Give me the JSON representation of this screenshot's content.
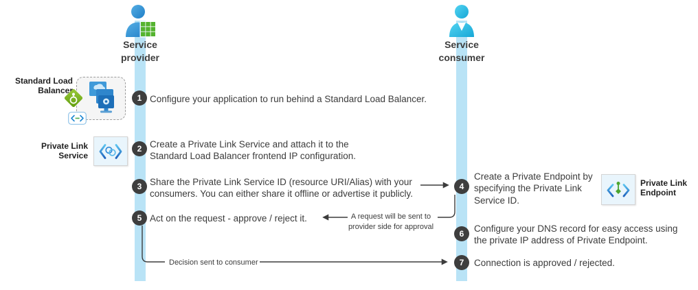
{
  "lanes": {
    "provider": {
      "label": "Service\nprovider"
    },
    "consumer": {
      "label": "Service\nconsumer"
    }
  },
  "side_labels": {
    "standard_load_balancer": "Standard Load\nBalancer",
    "private_link_service": "Private Link\nService",
    "private_link_endpoint": "Private Link\nEndpoint"
  },
  "steps": [
    {
      "num": "1",
      "text": "Configure your application to run behind a Standard Load Balancer."
    },
    {
      "num": "2",
      "text": "Create a Private Link Service and attach it to the\nStandard Load Balancer frontend IP configuration."
    },
    {
      "num": "3",
      "text": "Share the Private Link Service ID (resource URI/Alias) with your\nconsumers. You can either share it offline or advertise it publicly."
    },
    {
      "num": "4",
      "text": "Create a Private Endpoint by\nspecifying the Private Link\nService ID."
    },
    {
      "num": "5",
      "text": "Act on the request - approve / reject it."
    },
    {
      "num": "6",
      "text": "Configure your DNS record for easy access using\nthe private IP address of Private Endpoint."
    },
    {
      "num": "7",
      "text": "Connection is approved / rejected."
    }
  ],
  "captions": {
    "request_note": "A request will be sent to\nprovider side for approval",
    "decision_note": "Decision sent to consumer"
  },
  "icons": {
    "provider_person": "person-with-grid-icon",
    "consumer_person": "person-icon",
    "load_balancer": "load-balancer-diamond-icon",
    "virtual_machines": "virtual-machines-icon",
    "code_brackets": "code-brackets-icon",
    "private_link_service": "private-link-service-icon",
    "private_link_endpoint": "private-link-endpoint-icon"
  },
  "colors": {
    "lane_blue": "#b9e3f6",
    "badge_gray": "#3e3e3e",
    "provider_person_blue": "#2f97d9",
    "consumer_person_cyan": "#2cc2ea",
    "load_balancer_green": "#7db51c",
    "grid_green": "#54b32f",
    "icon_box_bg": "#e9f5fc",
    "bracket_blue": "#2e8ad8",
    "endpoint_green": "#4ca52e",
    "connector_gray": "#3c3c3c",
    "text_gray": "#3b3b3b"
  }
}
